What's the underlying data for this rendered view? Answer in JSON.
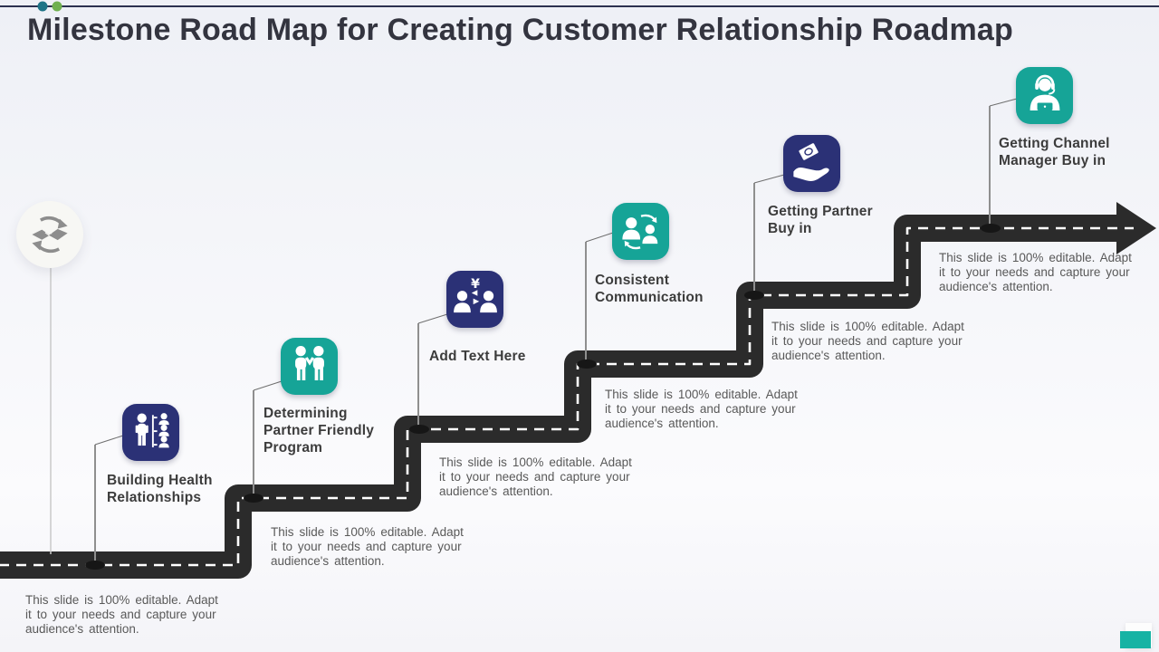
{
  "slide": {
    "title": "Milestone Road Map for Creating Customer Relationship Roadmap",
    "colors": {
      "navy": "#2b3176",
      "teal": "#16a497",
      "road": "#2b2b2b",
      "road_center_line": "#ffffff",
      "title_text": "#33343f",
      "label_text": "#3c3c3c",
      "description_text": "#595959",
      "header_rule": "#2c3150",
      "header_dot_blue": "#1d7386",
      "header_dot_green": "#6fb04f",
      "milestone_pin": "#161616",
      "corner_accent": "#16b3a4",
      "badge_glyph": "#8d8d8d"
    },
    "milestones": [
      {
        "label": "Building Health\nRelationships",
        "description": "This slide is 100% editable. Adapt\nit to your needs and capture your\naudience's attention.",
        "icon": "person-hierarchy-icon",
        "color": "navy"
      },
      {
        "label": "Determining\nPartner Friendly\nProgram",
        "description": "This slide is 100% editable. Adapt\nit to your needs and capture your\naudience's attention.",
        "icon": "partnership-people-icon",
        "color": "teal"
      },
      {
        "label": "Add Text Here",
        "description": "This slide is 100% editable. Adapt\nit to your needs and capture your\naudience's attention.",
        "icon": "negotiation-money-icon",
        "color": "navy"
      },
      {
        "label": "Consistent\nCommunication",
        "description": "This slide is 100% editable. Adapt\nit to your needs and capture your\naudience's attention.",
        "icon": "people-sync-icon",
        "color": "teal"
      },
      {
        "label": "Getting Partner\nBuy in",
        "description": "This slide is 100% editable. Adapt\nit to your needs and capture your\naudience's attention.",
        "icon": "hand-giving-money-icon",
        "color": "navy"
      },
      {
        "label": "Getting Channel\nManager Buy in",
        "description": "This slide is 100% editable. Adapt\nit to your needs and capture your\naudience's attention.",
        "icon": "support-agent-icon",
        "color": "teal"
      }
    ]
  }
}
